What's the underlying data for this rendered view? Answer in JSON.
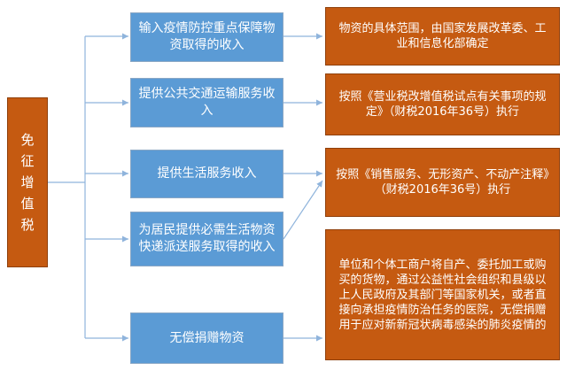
{
  "colors": {
    "root_fill": "#c55a11",
    "category_fill": "#5b9bd5",
    "note_fill": "#c55a11",
    "connector": "#8fb4dc"
  },
  "root": {
    "label": "免征增值税"
  },
  "categories": [
    {
      "label": "输入疫情防控重点保障物资取得的收入"
    },
    {
      "label": "提供公共交通运输服务收入"
    },
    {
      "label": "提供生活服务收入"
    },
    {
      "label": "为居民提供必需生活物资快递派送服务取得的收入"
    },
    {
      "label": "无偿捐赠物资"
    }
  ],
  "notes": [
    {
      "label": "物资的具体范围，由国家发展改革委、工业和信息化部确定"
    },
    {
      "label": "按照《营业税改增值税试点有关事项的规定》（财税2016年36号）执行"
    },
    {
      "label": "按照《销售服务、无形资产、不动产注释》（财税2016年36号）执行"
    },
    {
      "label": "单位和个体工商户将自产、委托加工或购买的货物，通过公益性社会组织和县级以上人民政府及其部门等国家机关，或者直接向承担疫情防治任务的医院，无偿捐赠用于应对新新冠状病毒感染的肺炎疫情的"
    }
  ]
}
